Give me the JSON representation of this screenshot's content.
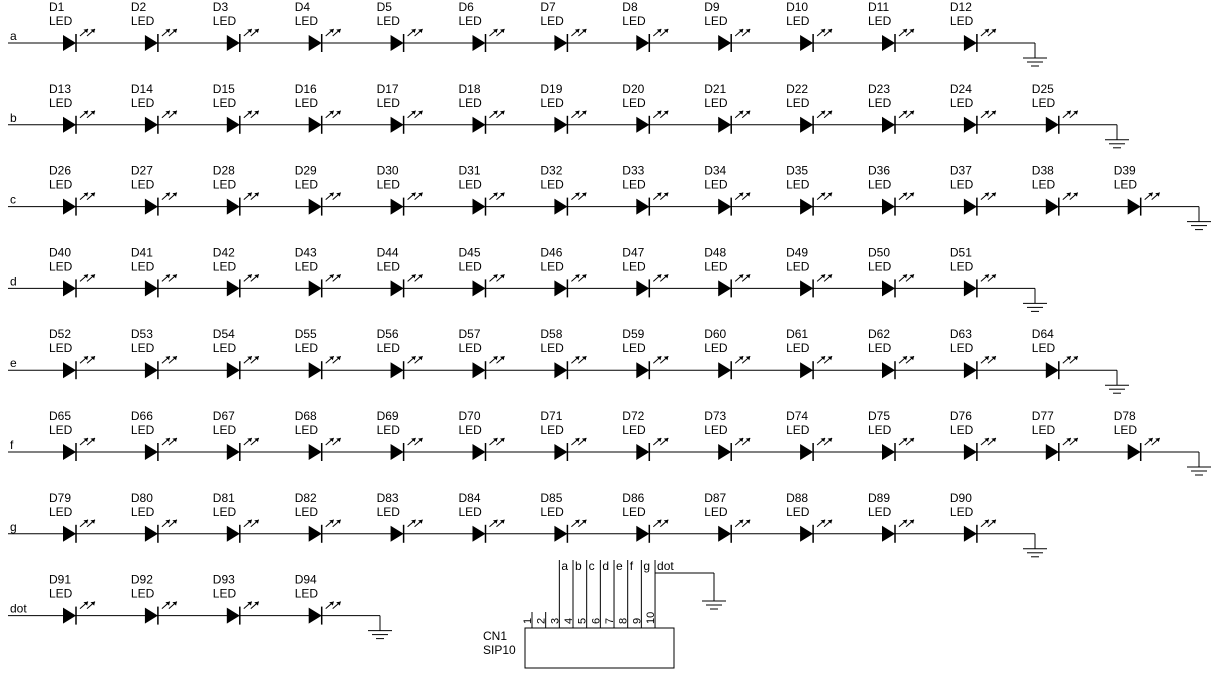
{
  "rows": [
    {
      "net": "a",
      "leds": [
        {
          "ref": "D1",
          "value": "LED"
        },
        {
          "ref": "D2",
          "value": "LED"
        },
        {
          "ref": "D3",
          "value": "LED"
        },
        {
          "ref": "D4",
          "value": "LED"
        },
        {
          "ref": "D5",
          "value": "LED"
        },
        {
          "ref": "D6",
          "value": "LED"
        },
        {
          "ref": "D7",
          "value": "LED"
        },
        {
          "ref": "D8",
          "value": "LED"
        },
        {
          "ref": "D9",
          "value": "LED"
        },
        {
          "ref": "D10",
          "value": "LED"
        },
        {
          "ref": "D11",
          "value": "LED"
        },
        {
          "ref": "D12",
          "value": "LED"
        }
      ]
    },
    {
      "net": "b",
      "leds": [
        {
          "ref": "D13",
          "value": "LED"
        },
        {
          "ref": "D14",
          "value": "LED"
        },
        {
          "ref": "D15",
          "value": "LED"
        },
        {
          "ref": "D16",
          "value": "LED"
        },
        {
          "ref": "D17",
          "value": "LED"
        },
        {
          "ref": "D18",
          "value": "LED"
        },
        {
          "ref": "D19",
          "value": "LED"
        },
        {
          "ref": "D20",
          "value": "LED"
        },
        {
          "ref": "D21",
          "value": "LED"
        },
        {
          "ref": "D22",
          "value": "LED"
        },
        {
          "ref": "D23",
          "value": "LED"
        },
        {
          "ref": "D24",
          "value": "LED"
        },
        {
          "ref": "D25",
          "value": "LED"
        }
      ]
    },
    {
      "net": "c",
      "leds": [
        {
          "ref": "D26",
          "value": "LED"
        },
        {
          "ref": "D27",
          "value": "LED"
        },
        {
          "ref": "D28",
          "value": "LED"
        },
        {
          "ref": "D29",
          "value": "LED"
        },
        {
          "ref": "D30",
          "value": "LED"
        },
        {
          "ref": "D31",
          "value": "LED"
        },
        {
          "ref": "D32",
          "value": "LED"
        },
        {
          "ref": "D33",
          "value": "LED"
        },
        {
          "ref": "D34",
          "value": "LED"
        },
        {
          "ref": "D35",
          "value": "LED"
        },
        {
          "ref": "D36",
          "value": "LED"
        },
        {
          "ref": "D37",
          "value": "LED"
        },
        {
          "ref": "D38",
          "value": "LED"
        },
        {
          "ref": "D39",
          "value": "LED"
        }
      ]
    },
    {
      "net": "d",
      "leds": [
        {
          "ref": "D40",
          "value": "LED"
        },
        {
          "ref": "D41",
          "value": "LED"
        },
        {
          "ref": "D42",
          "value": "LED"
        },
        {
          "ref": "D43",
          "value": "LED"
        },
        {
          "ref": "D44",
          "value": "LED"
        },
        {
          "ref": "D45",
          "value": "LED"
        },
        {
          "ref": "D46",
          "value": "LED"
        },
        {
          "ref": "D47",
          "value": "LED"
        },
        {
          "ref": "D48",
          "value": "LED"
        },
        {
          "ref": "D49",
          "value": "LED"
        },
        {
          "ref": "D50",
          "value": "LED"
        },
        {
          "ref": "D51",
          "value": "LED"
        }
      ]
    },
    {
      "net": "e",
      "leds": [
        {
          "ref": "D52",
          "value": "LED"
        },
        {
          "ref": "D53",
          "value": "LED"
        },
        {
          "ref": "D54",
          "value": "LED"
        },
        {
          "ref": "D55",
          "value": "LED"
        },
        {
          "ref": "D56",
          "value": "LED"
        },
        {
          "ref": "D57",
          "value": "LED"
        },
        {
          "ref": "D58",
          "value": "LED"
        },
        {
          "ref": "D59",
          "value": "LED"
        },
        {
          "ref": "D60",
          "value": "LED"
        },
        {
          "ref": "D61",
          "value": "LED"
        },
        {
          "ref": "D62",
          "value": "LED"
        },
        {
          "ref": "D63",
          "value": "LED"
        },
        {
          "ref": "D64",
          "value": "LED"
        }
      ]
    },
    {
      "net": "f",
      "leds": [
        {
          "ref": "D65",
          "value": "LED"
        },
        {
          "ref": "D66",
          "value": "LED"
        },
        {
          "ref": "D67",
          "value": "LED"
        },
        {
          "ref": "D68",
          "value": "LED"
        },
        {
          "ref": "D69",
          "value": "LED"
        },
        {
          "ref": "D70",
          "value": "LED"
        },
        {
          "ref": "D71",
          "value": "LED"
        },
        {
          "ref": "D72",
          "value": "LED"
        },
        {
          "ref": "D73",
          "value": "LED"
        },
        {
          "ref": "D74",
          "value": "LED"
        },
        {
          "ref": "D75",
          "value": "LED"
        },
        {
          "ref": "D76",
          "value": "LED"
        },
        {
          "ref": "D77",
          "value": "LED"
        },
        {
          "ref": "D78",
          "value": "LED"
        }
      ]
    },
    {
      "net": "g",
      "leds": [
        {
          "ref": "D79",
          "value": "LED"
        },
        {
          "ref": "D80",
          "value": "LED"
        },
        {
          "ref": "D81",
          "value": "LED"
        },
        {
          "ref": "D82",
          "value": "LED"
        },
        {
          "ref": "D83",
          "value": "LED"
        },
        {
          "ref": "D84",
          "value": "LED"
        },
        {
          "ref": "D85",
          "value": "LED"
        },
        {
          "ref": "D86",
          "value": "LED"
        },
        {
          "ref": "D87",
          "value": "LED"
        },
        {
          "ref": "D88",
          "value": "LED"
        },
        {
          "ref": "D89",
          "value": "LED"
        },
        {
          "ref": "D90",
          "value": "LED"
        }
      ]
    },
    {
      "net": "dot",
      "leds": [
        {
          "ref": "D91",
          "value": "LED"
        },
        {
          "ref": "D92",
          "value": "LED"
        },
        {
          "ref": "D93",
          "value": "LED"
        },
        {
          "ref": "D94",
          "value": "LED"
        }
      ]
    }
  ],
  "connector": {
    "ref": "CN1",
    "value": "SIP10",
    "pins": [
      "1",
      "2",
      "3",
      "4",
      "5",
      "6",
      "7",
      "8",
      "9",
      "10"
    ],
    "nets": [
      "",
      "",
      "a",
      "b",
      "c",
      "d",
      "e",
      "f",
      "g",
      "dot"
    ]
  },
  "colors": {
    "line": "#000000",
    "background": "#ffffff"
  }
}
